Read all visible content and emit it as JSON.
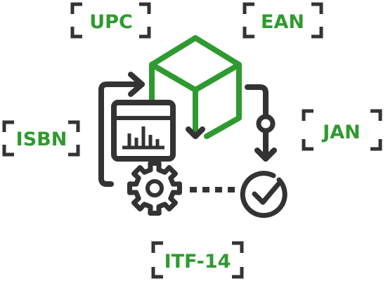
{
  "colors": {
    "accent": "#2f9a2f",
    "ink": "#333333"
  },
  "codes": {
    "upc": "UPC",
    "ean": "EAN",
    "isbn": "ISBN",
    "jan": "JAN",
    "itf14": "ITF-14"
  },
  "icons": [
    "box-icon",
    "chart-window-icon",
    "gear-icon",
    "checkmark-circle-icon",
    "arrow-icon"
  ]
}
